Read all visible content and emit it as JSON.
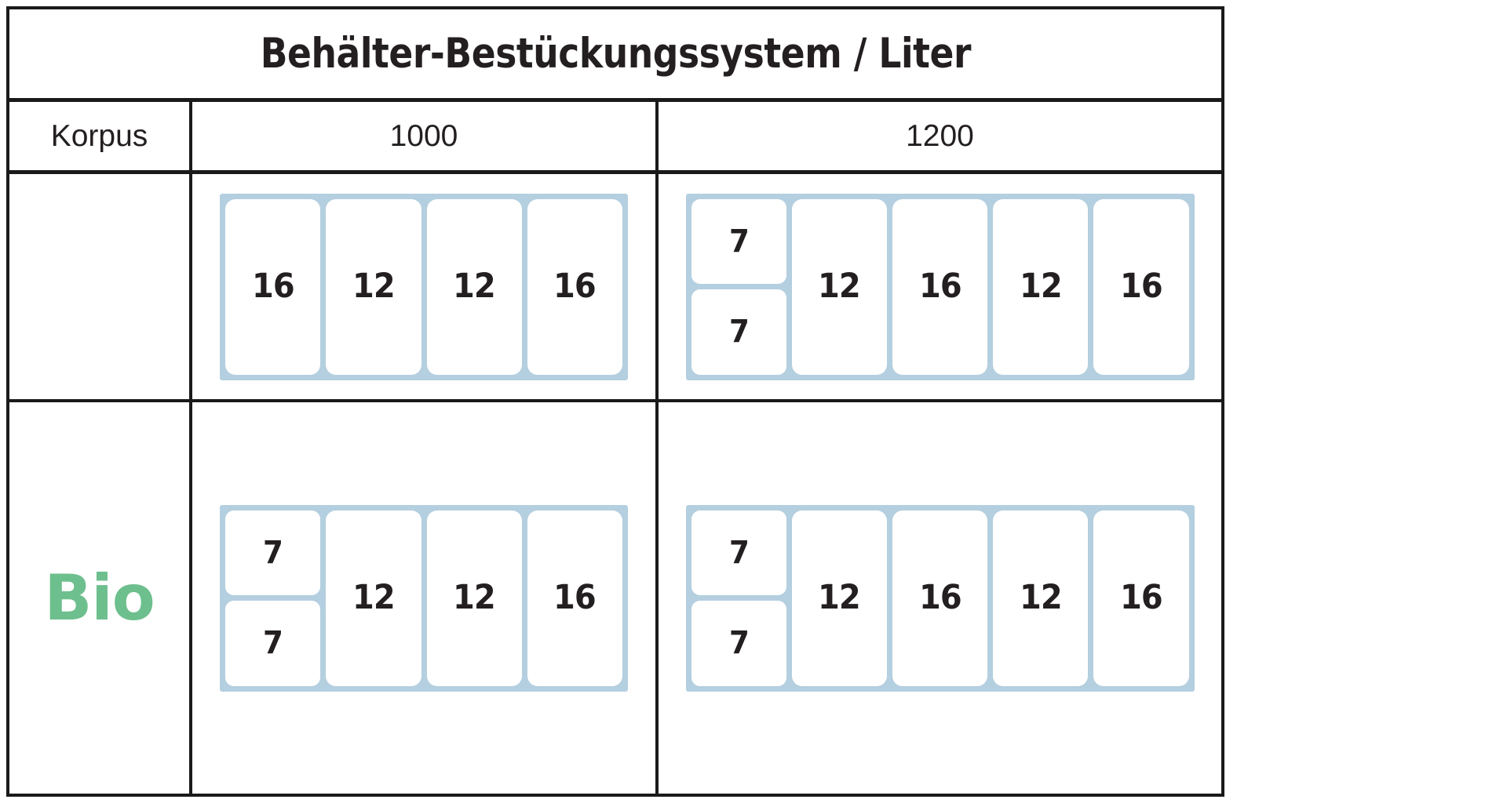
{
  "title": "Behälter-Bestückungssystem / Liter",
  "header": {
    "label": "Korpus",
    "col_1000": "1000",
    "col_1200": "1200"
  },
  "rows": [
    {
      "label": "",
      "groups": {
        "col_1000": [
          {
            "type": "single",
            "values": [
              "16"
            ]
          },
          {
            "type": "single",
            "values": [
              "12"
            ]
          },
          {
            "type": "single",
            "values": [
              "12"
            ]
          },
          {
            "type": "single",
            "values": [
              "16"
            ]
          }
        ],
        "col_1200": [
          {
            "type": "split",
            "values": [
              "7",
              "7"
            ]
          },
          {
            "type": "single",
            "values": [
              "12"
            ]
          },
          {
            "type": "single",
            "values": [
              "16"
            ]
          },
          {
            "type": "single",
            "values": [
              "12"
            ]
          },
          {
            "type": "single",
            "values": [
              "16"
            ]
          }
        ]
      }
    },
    {
      "label": "Bio",
      "groups": {
        "col_1000": [
          {
            "type": "split",
            "values": [
              "7",
              "7"
            ]
          },
          {
            "type": "single",
            "values": [
              "12"
            ]
          },
          {
            "type": "single",
            "values": [
              "12"
            ]
          },
          {
            "type": "single",
            "values": [
              "16"
            ]
          }
        ],
        "col_1200": [
          {
            "type": "split",
            "values": [
              "7",
              "7"
            ]
          },
          {
            "type": "single",
            "values": [
              "12"
            ]
          },
          {
            "type": "single",
            "values": [
              "16"
            ]
          },
          {
            "type": "single",
            "values": [
              "12"
            ]
          },
          {
            "type": "single",
            "values": [
              "16"
            ]
          }
        ]
      }
    }
  ],
  "colors": {
    "frame": "#b4cfdf",
    "bio": "#6ebf8e",
    "text": "#231f20",
    "rule": "#1a1a1a"
  }
}
